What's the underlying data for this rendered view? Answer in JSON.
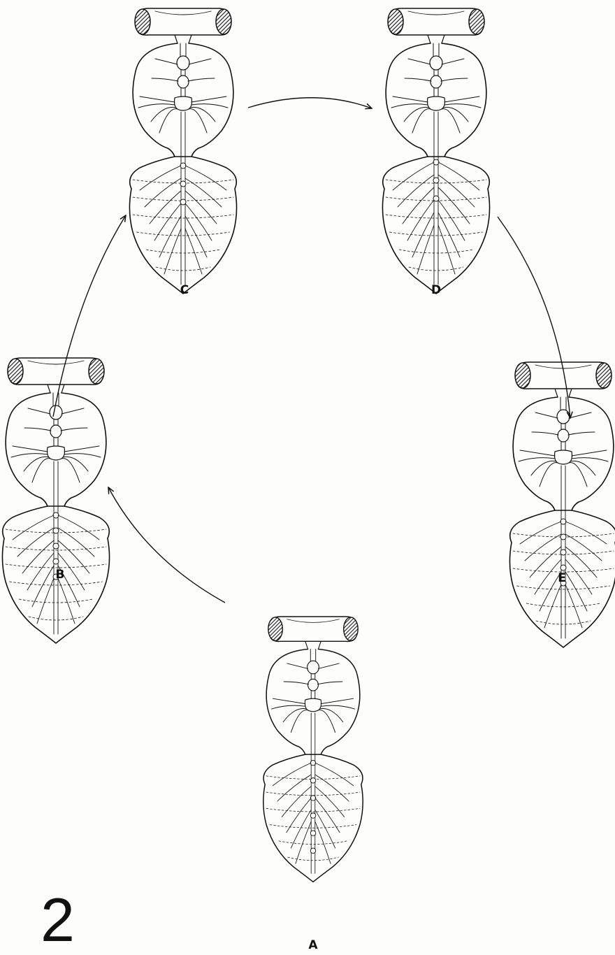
{
  "figure": {
    "number": "2",
    "stages": [
      {
        "id": "A",
        "label": "A",
        "ganglia_in_abdomen": 6
      },
      {
        "id": "B",
        "label": "B",
        "ganglia_in_abdomen": 5
      },
      {
        "id": "C",
        "label": "C",
        "ganglia_in_abdomen": 3
      },
      {
        "id": "D",
        "label": "D",
        "ganglia_in_abdomen": 3
      },
      {
        "id": "E",
        "label": "E",
        "ganglia_in_abdomen": 5
      }
    ],
    "sequence": [
      "A",
      "B",
      "C",
      "D",
      "E"
    ],
    "colors": {
      "ink": "#111111",
      "paper": "#fdfdfb",
      "eye_fill": "#555555"
    }
  }
}
